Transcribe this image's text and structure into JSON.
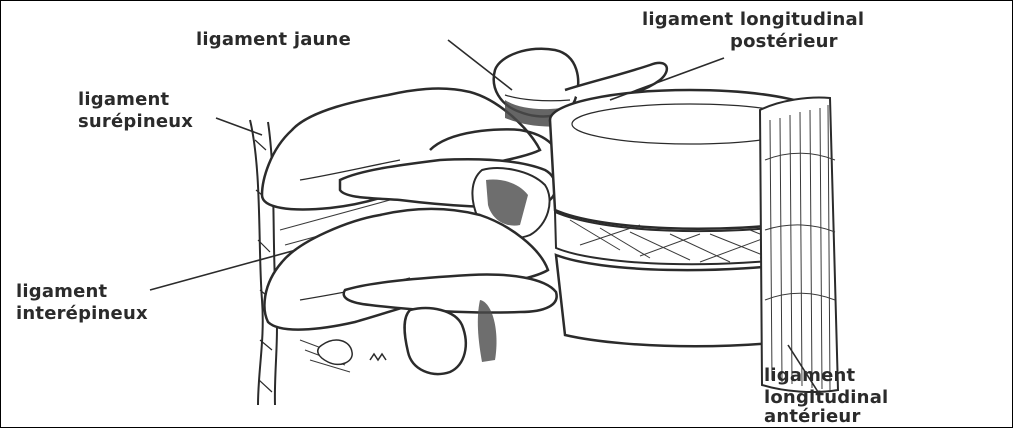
{
  "labels": {
    "ligament_jaune": "ligament jaune",
    "longitudinal_posterieur_line1": "ligament longitudinal",
    "longitudinal_posterieur_line2": "postérieur",
    "surepineux_line1": "ligament",
    "surepineux_line2": "surépineux",
    "interepineux_line1": "ligament",
    "interepineux_line2": "interépineux",
    "longitudinal_anterieur_line1": "ligament",
    "longitudinal_anterieur_line2": "longitudinal",
    "longitudinal_anterieur_line3": "antérieur"
  },
  "colors": {
    "ink": "#2b2b2b",
    "bone": "#ffffff",
    "shade": "#6b6b6b"
  }
}
